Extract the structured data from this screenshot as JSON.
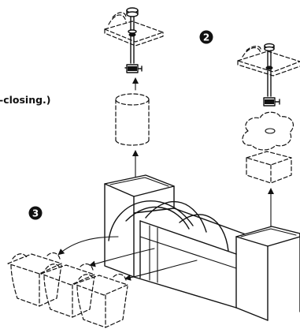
{
  "caption_text": "-closing.)",
  "step_badges": [
    "2",
    "3"
  ],
  "colors": {
    "ink": "#111111",
    "background": "#ffffff"
  }
}
